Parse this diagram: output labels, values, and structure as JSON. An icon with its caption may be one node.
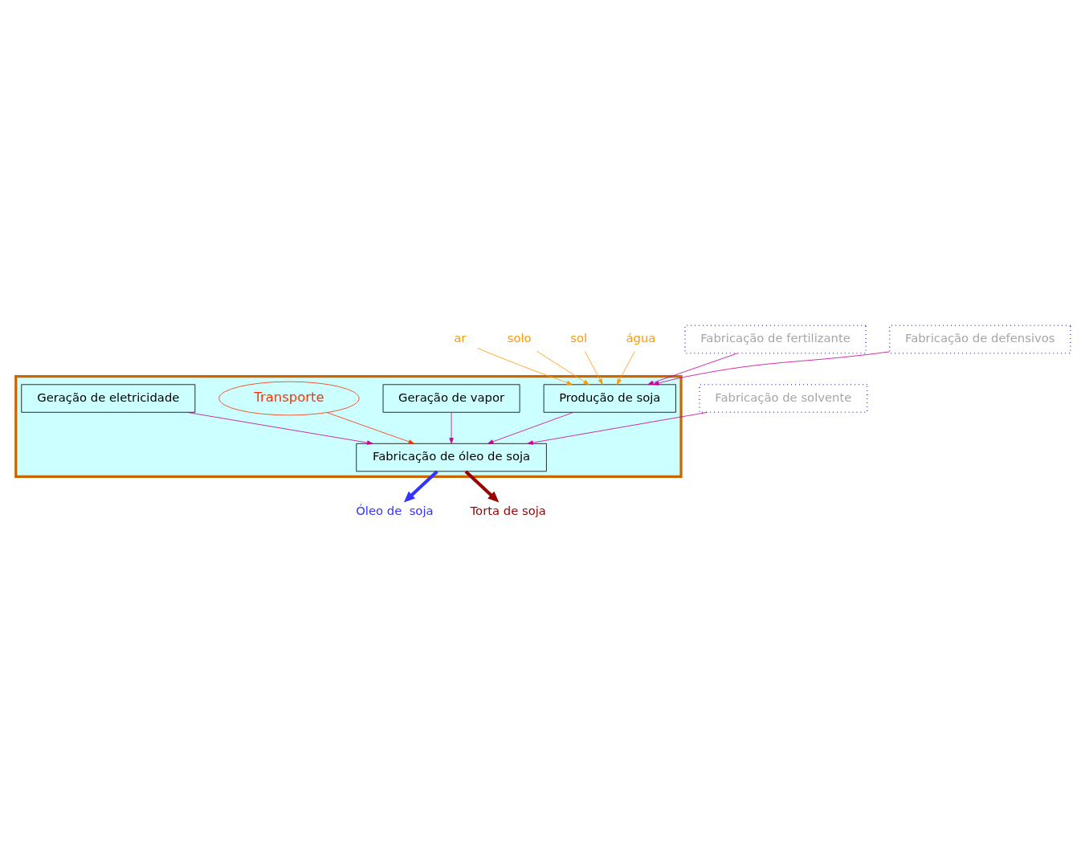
{
  "diagram": {
    "nodes": [
      {
        "text": [
          "ar"
        ]
      },
      {
        "text": [
          "solo"
        ]
      },
      {
        "text": [
          "sol"
        ]
      },
      {
        "text": [
          "água"
        ]
      },
      {
        "text": [
          "Fabricação de fertilizante"
        ]
      },
      {
        "text": [
          "Fabricação de defensivos"
        ]
      },
      {
        "text": [],
        "shape": "box"
      },
      {
        "text": [
          "Produção de soja"
        ],
        "in": 6
      },
      {
        "text": [
          "Geração de vapor"
        ],
        "in": 6
      },
      {
        "text": [
          "Transporte"
        ],
        "in": 6
      },
      {
        "text": [
          "Fabricação de óleo de soja"
        ],
        "in": 6
      },
      {
        "text": [
          "Geração de eletricidade"
        ],
        "in": 6
      },
      {
        "text": [
          "Fabricação de solvente"
        ]
      },
      {
        "text": [
          "Óleo de  soja"
        ]
      },
      {
        "text": [
          "Torta de soja"
        ]
      }
    ],
    "edges": [
      {
        "from": 2,
        "to": 7,
        "arrow": "to",
        "color": "#ff9900"
      },
      {
        "from": 0,
        "to": 7,
        "arrow": "to",
        "color": "#ff9900"
      },
      {
        "from": 1,
        "to": 7,
        "arrow": "to",
        "color": "#ff9900"
      },
      {
        "from": 3,
        "to": 7,
        "arrow": "to",
        "color": "#ff9900"
      },
      {
        "from": 4,
        "to": 7,
        "arrow": "to"
      },
      {
        "from": 5,
        "to": 7,
        "arrow": "to"
      },
      {
        "from": 7,
        "to": 10,
        "arrow": "to"
      },
      {
        "from": 9,
        "to": 10,
        "arrow": "to",
        "color": "#ff3300"
      },
      {
        "from": 8,
        "to": 10,
        "arrow": "to"
      },
      {
        "from": 11,
        "to": 10,
        "arrow": "to"
      },
      {
        "from": 12,
        "to": 10,
        "arrow": "to"
      },
      {
        "from": 10,
        "to": 13,
        "arrow": "to",
        "style": "thick",
        "color": "#3333ff"
      },
      {
        "from": 10,
        "to": 14,
        "arrow": "to",
        "style": "thick",
        "color": "#990000"
      }
    ]
  }
}
